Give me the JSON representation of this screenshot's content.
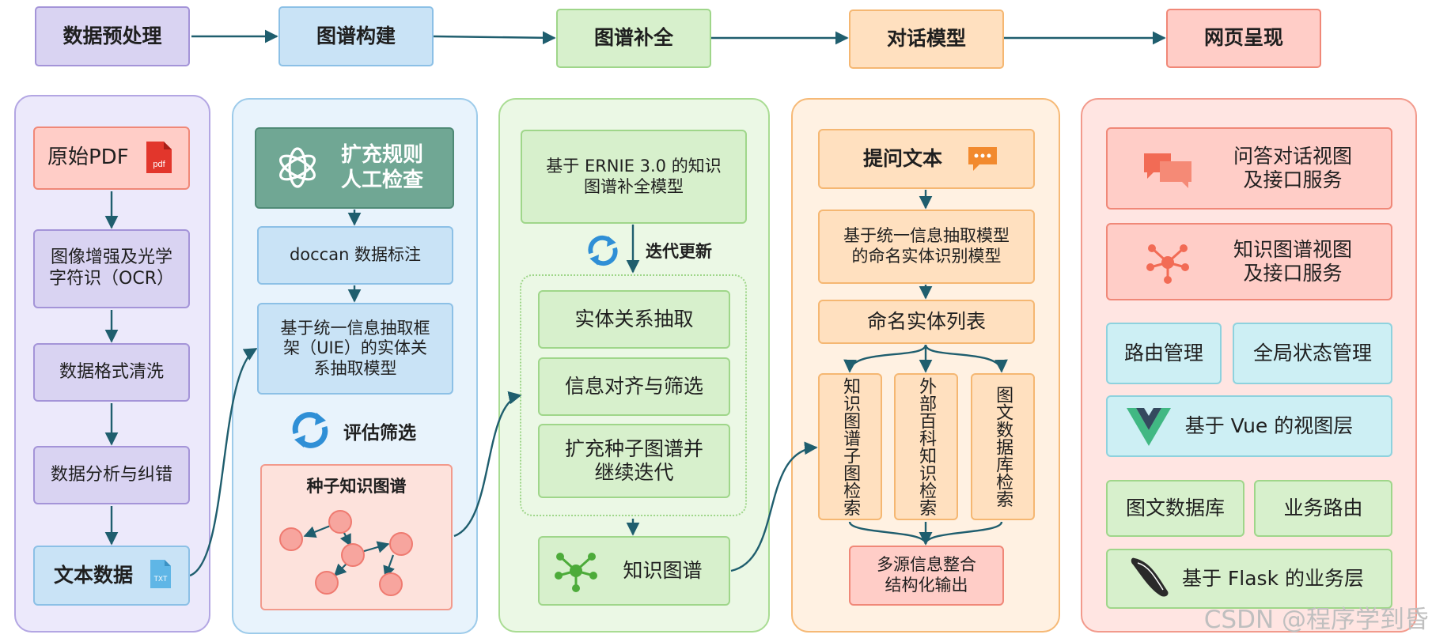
{
  "stages": [
    "数据预处理",
    "图谱构建",
    "图谱补全",
    "对话模型",
    "网页呈现"
  ],
  "col1": {
    "pdf": "原始PDF",
    "pdf_badge": "pdf",
    "ocr_line1": "图像增强及光学",
    "ocr_line2": "字符识（OCR）",
    "clean": "数据格式清洗",
    "analyze": "数据分析与纠错",
    "text": "文本数据",
    "txt_badge": "TXT"
  },
  "col2": {
    "rules_line1": "扩充规则",
    "rules_line2": "人工检查",
    "doccan": "doccan 数据标注",
    "uie_line1": "基于统一信息抽取框",
    "uie_line2": "架（UIE）的实体关",
    "uie_line3": "系抽取模型",
    "eval": "评估筛选",
    "seed": "种子知识图谱"
  },
  "col3": {
    "ernie_line1": "基于 ERNIE 3.0 的知识",
    "ernie_line2": "图谱补全模型",
    "iterate": "迭代更新",
    "extract": "实体关系抽取",
    "align": "信息对齐与筛选",
    "expand_line1": "扩充种子图谱并",
    "expand_line2": "继续迭代",
    "kg": "知识图谱"
  },
  "col4": {
    "question": "提问文本",
    "ner_line1": "基于统一信息抽取模型",
    "ner_line2": "的命名实体识别模型",
    "entities": "命名实体列表",
    "retr1": "知识图谱子图检索",
    "retr2": "外部百科知识检索",
    "retr3": "图文数据库检索",
    "output_line1": "多源信息整合",
    "output_line2": "结构化输出"
  },
  "col5": {
    "qa_line1": "问答对话视图",
    "qa_line2": "及接口服务",
    "kgview_line1": "知识图谱视图",
    "kgview_line2": "及接口服务",
    "router": "路由管理",
    "state": "全局状态管理",
    "vue": "基于 Vue 的视图层",
    "db": "图文数据库",
    "biz": "业务路由",
    "flask": "基于 Flask 的业务层"
  },
  "watermark": "CSDN @程序学到昏",
  "colors": {
    "arrow": "#1f5e6e",
    "purple": "#d9d3f2",
    "blue": "#c9e3f6",
    "green": "#d7f0cc",
    "orange": "#ffe0bf",
    "red": "#ffcdc7",
    "cyan": "#cdeff4"
  },
  "icons": [
    "pdf-file-icon",
    "txt-file-icon",
    "openai-logo-icon",
    "refresh-icon",
    "graph-network-icon",
    "chat-bubble-icon",
    "molecule-icon",
    "vue-logo-icon",
    "flask-horn-icon"
  ]
}
